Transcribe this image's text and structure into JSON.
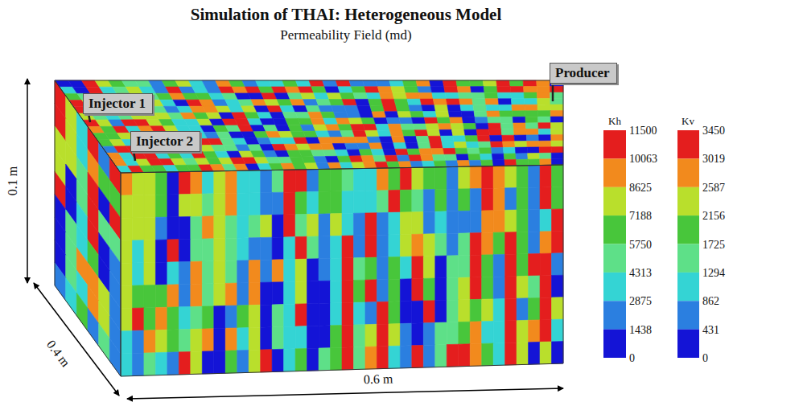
{
  "diagram": {
    "title": "Simulation of THAI: Heterogeneous Model",
    "nodes": [
      {
        "text": [
          "Injector 1"
        ]
      },
      {
        "text": [
          "Injector 2"
        ]
      },
      {
        "text": [
          "Producer"
        ]
      }
    ],
    "labels": [
      "Permeability Field (md)",
      "0.1 m",
      "0.4 m",
      "0.6 m",
      "Kh",
      "11500",
      "10063",
      "8625",
      "7188",
      "5750",
      "4313",
      "2875",
      "1438",
      "0",
      "Kv",
      "3450",
      "3019",
      "2587",
      "2156",
      "1725",
      "1294",
      "862",
      "431",
      "0"
    ]
  }
}
